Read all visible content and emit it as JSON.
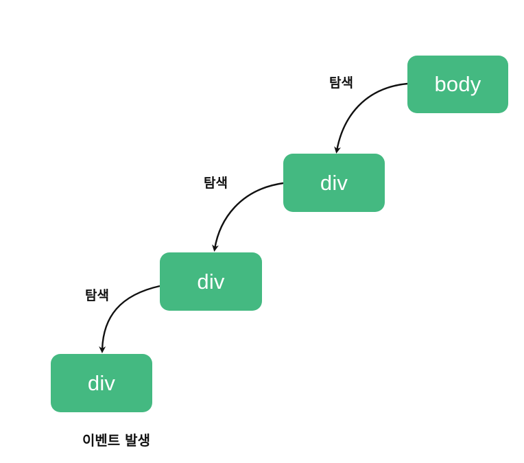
{
  "nodes": {
    "body": "body",
    "div1": "div",
    "div2": "div",
    "div3": "div"
  },
  "edges": [
    {
      "from": "body",
      "to": "div1",
      "label": "탐색"
    },
    {
      "from": "div1",
      "to": "div2",
      "label": "탐색"
    },
    {
      "from": "div2",
      "to": "div3",
      "label": "탐색"
    }
  ],
  "caption": "이벤트 발생",
  "colors": {
    "node_fill": "#44b981",
    "node_text": "#ffffff",
    "edge": "#111111"
  }
}
